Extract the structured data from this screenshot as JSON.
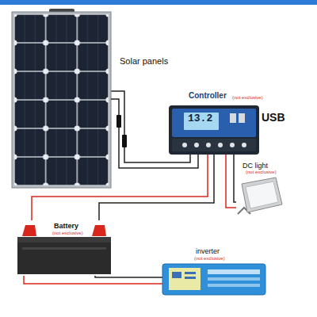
{
  "diagram": {
    "nodes": [
      {
        "text": [
          "Solar panels"
        ]
      },
      {
        "text": [
          "Controller",
          "(not exclusive)",
          "13.2"
        ]
      },
      {
        "text": [
          "DC light",
          "(not exclusive)"
        ]
      },
      {
        "text": [
          "Battery",
          "(not exclusive)"
        ]
      },
      {
        "text": [
          "inverter",
          "(not exclusive)"
        ]
      }
    ],
    "edges": [
      {
        "from": 0,
        "to": 1,
        "arrow": "none"
      },
      {
        "from": 1,
        "to": 2,
        "arrow": "none"
      },
      {
        "from": 1,
        "to": 3,
        "arrow": "none"
      },
      {
        "from": 3,
        "to": 4,
        "arrow": "none"
      }
    ],
    "labels": [
      "USB"
    ]
  }
}
